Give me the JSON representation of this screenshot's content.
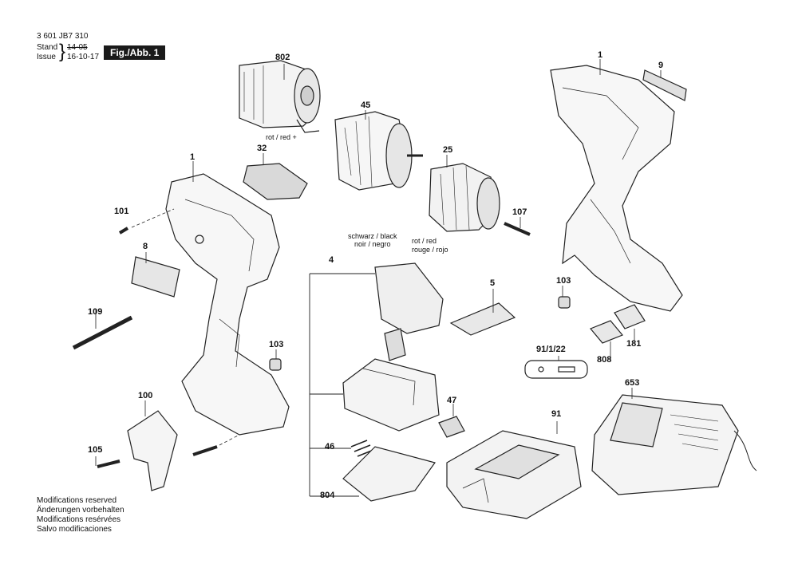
{
  "header": {
    "part_number": "3 601 JB7 310",
    "stand_label": "Stand",
    "stand_value": "14-05",
    "issue_label": "Issue",
    "issue_value": "16-10-17",
    "fig_label": "Fig./Abb. 1"
  },
  "callouts": {
    "p802": "802",
    "p45": "45",
    "p25": "25",
    "p1a": "1",
    "p1b": "1",
    "p9": "9",
    "p32": "32",
    "p101": "101",
    "p8": "8",
    "p109": "109",
    "p103a": "103",
    "p103b": "103",
    "p100": "100",
    "p105": "105",
    "p107": "107",
    "p4": "4",
    "p5": "5",
    "p46": "46",
    "p47": "47",
    "p804": "804",
    "p91": "91",
    "p91122": "91/1/22",
    "p808": "808",
    "p181": "181",
    "p653": "653"
  },
  "wire_notes": {
    "motor": "rot / red +",
    "black": "schwarz / black",
    "black2": "noir / negro",
    "red": "rot / red",
    "red2": "rouge / rojo"
  },
  "footer": [
    "Modifications reserved",
    "Änderungen vorbehalten",
    "Modifications resérvées",
    "Salvo modificaciones"
  ]
}
